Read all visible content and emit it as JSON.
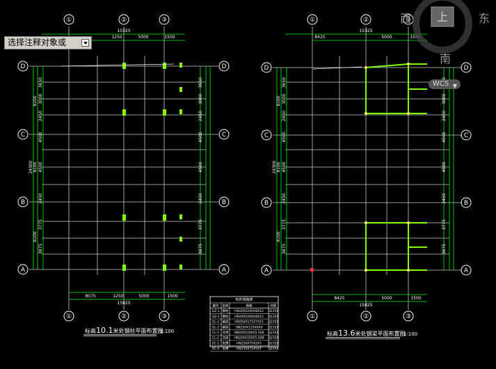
{
  "command_prompt": {
    "text": "选择注释对象或"
  },
  "viewcube": {
    "west": "西",
    "top": "上",
    "east": "东",
    "south": "南",
    "ucs": "WCS"
  },
  "left_plan": {
    "title_prefix": "标高",
    "title_value": "10.1",
    "title_suffix": "米处钢柱平面布置图",
    "scale": "1:100",
    "axis_top": [
      "①",
      "②",
      "③"
    ],
    "rows": [
      "D",
      "C",
      "B",
      "A"
    ],
    "dims_top_total": "15325",
    "dims_top": [
      "1250",
      "5000",
      "1500"
    ],
    "dims_bottom": [
      "8075",
      "1250",
      "5000",
      "1500"
    ],
    "dims_bottom_total": "15825",
    "dims_left_outer": "24300",
    "dims_left_mid": [
      "8100",
      "8100",
      "8100"
    ],
    "dims_left_inner": [
      "3650",
      "3000",
      "2450",
      "4500",
      "4500",
      "2450",
      "3775",
      "3875"
    ]
  },
  "right_plan": {
    "title_prefix": "标高",
    "title_value": "13.6",
    "title_suffix": "米处钢梁平面布置图",
    "scale": "1:100",
    "axis_top": [
      "①",
      "②",
      "③"
    ],
    "rows": [
      "D",
      "C",
      "B",
      "A"
    ],
    "dims_top_total": "15325",
    "dims_top": [
      "8425",
      "5000",
      "1500"
    ],
    "dims_bottom": [
      "8425",
      "5000",
      "1500"
    ],
    "dims_bottom_total": "15825",
    "dims_left_outer": "24300",
    "dims_left_mid": [
      "8100",
      "8100",
      "8100"
    ],
    "dims_left_inner": [
      "3650",
      "3000",
      "2450",
      "4500",
      "4500",
      "2450",
      "3775",
      "3875"
    ]
  },
  "schedule": {
    "title": "构件规格表",
    "headers": [
      "编号",
      "名称",
      "规格",
      "材质"
    ],
    "rows": [
      [
        "GZ-1",
        "钢柱",
        "HN300X200X8X12",
        "Q235B"
      ],
      [
        "GZ-2",
        "钢柱",
        "HN300X200X8X12",
        "Q235B"
      ],
      [
        "GL-1",
        "钢梁",
        "HN350X175X7X11",
        "Q235B"
      ],
      [
        "GL-2",
        "钢梁",
        "HN250X125X6X9",
        "Q235B"
      ],
      [
        "CL-1",
        "次梁",
        "HN200X100X5.5X8",
        "Q235B"
      ],
      [
        "CL-2",
        "次梁",
        "HN200X100X5.5X8",
        "Q235B"
      ],
      [
        "ZC-1",
        "支撑",
        "HN150X75X5X7",
        "Q235B"
      ],
      [
        "ZC-2",
        "支撑",
        "HN150X75X5X7",
        "Q235B"
      ]
    ]
  },
  "colors": {
    "background": "#000000",
    "grid": "#ffffff",
    "dim": "#00ff00",
    "member": "#7fff00",
    "joint": "#ffff66"
  }
}
